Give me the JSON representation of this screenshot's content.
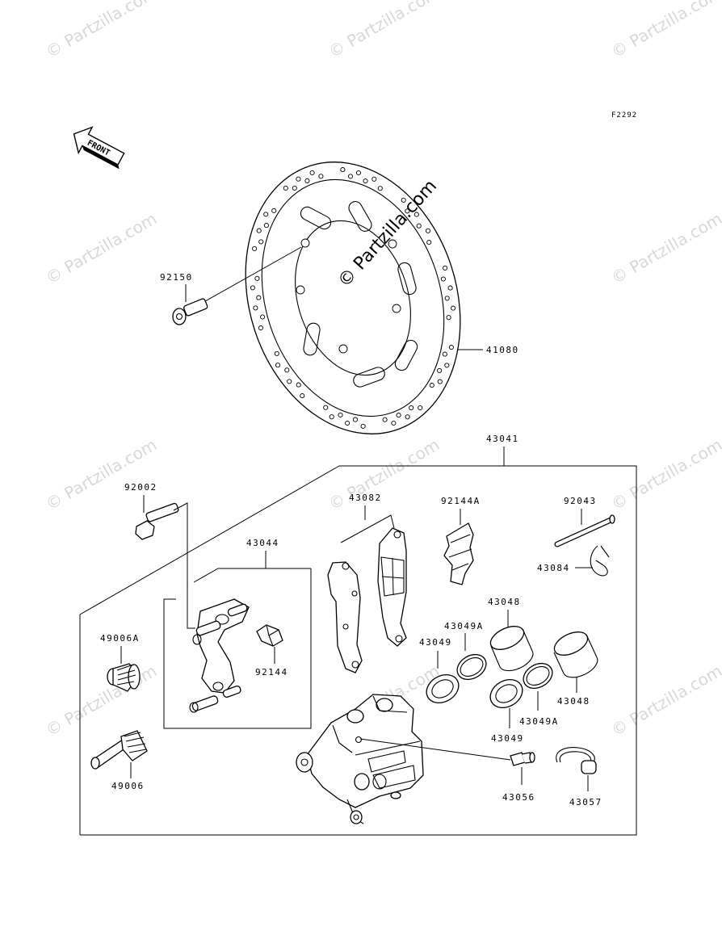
{
  "figure_id": "F2292",
  "front_label": "FRONT",
  "watermark_text": "© Partzilla.com",
  "parts": {
    "disc_bolt": "92150",
    "disc": "41080",
    "caliper_assy": "43041",
    "caliper_bolt": "92002",
    "holder": "43044",
    "pad_assy": "43082",
    "pad_spring": "92144A",
    "pad_pin": "92043",
    "pin_clip": "43084",
    "boot_a": "49006A",
    "boot": "49006",
    "holder_spring": "92144",
    "piston_large": "43048",
    "piston_large_b": "43048",
    "seal_a_upper": "43049A",
    "seal_a_lower": "43049A",
    "seal_upper": "43049",
    "seal_lower": "43049",
    "bleed_valve": "43056",
    "bleed_cap": "43057"
  },
  "colors": {
    "line": "#000000",
    "watermark": "#d8d8d8",
    "background": "#ffffff"
  }
}
